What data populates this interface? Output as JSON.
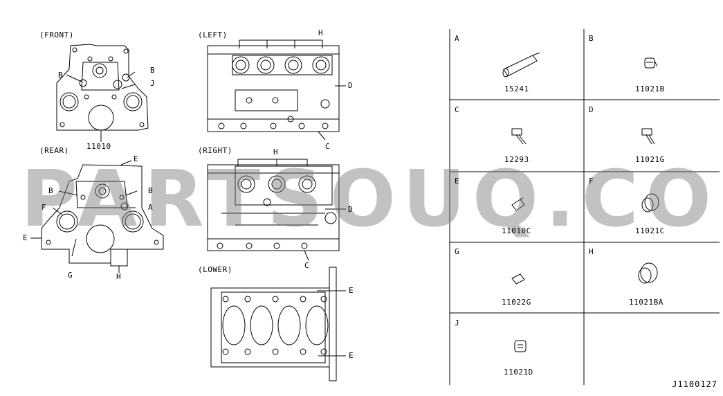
{
  "views": {
    "front": "(FRONT)",
    "rear": "(REAR)",
    "left": "(LEFT)",
    "right": "(RIGHT)",
    "lower": "(LOWER)"
  },
  "callouts": {
    "front": {
      "b1": "B",
      "b2": "B",
      "j": "J",
      "part": "11010"
    },
    "rear": {
      "e1": "E",
      "b1": "B",
      "b2": "B",
      "f": "F",
      "a": "A",
      "e2": "E",
      "g": "G",
      "h": "H"
    },
    "left": {
      "h": "H",
      "d": "D",
      "c": "C"
    },
    "right": {
      "h": "H",
      "d": "D",
      "c": "C"
    },
    "lower": {
      "e1": "E",
      "e2": "E"
    }
  },
  "parts": [
    {
      "letter": "A",
      "number": "15241"
    },
    {
      "letter": "B",
      "number": "11021B"
    },
    {
      "letter": "C",
      "number": "12293"
    },
    {
      "letter": "D",
      "number": "11021G"
    },
    {
      "letter": "E",
      "number": "11010C"
    },
    {
      "letter": "F",
      "number": "11021C"
    },
    {
      "letter": "G",
      "number": "11022G"
    },
    {
      "letter": "H",
      "number": "11021BA"
    },
    {
      "letter": "J",
      "number": "11021D"
    }
  ],
  "watermark": "PARTSOUQ.COM",
  "reference": "J1100127"
}
